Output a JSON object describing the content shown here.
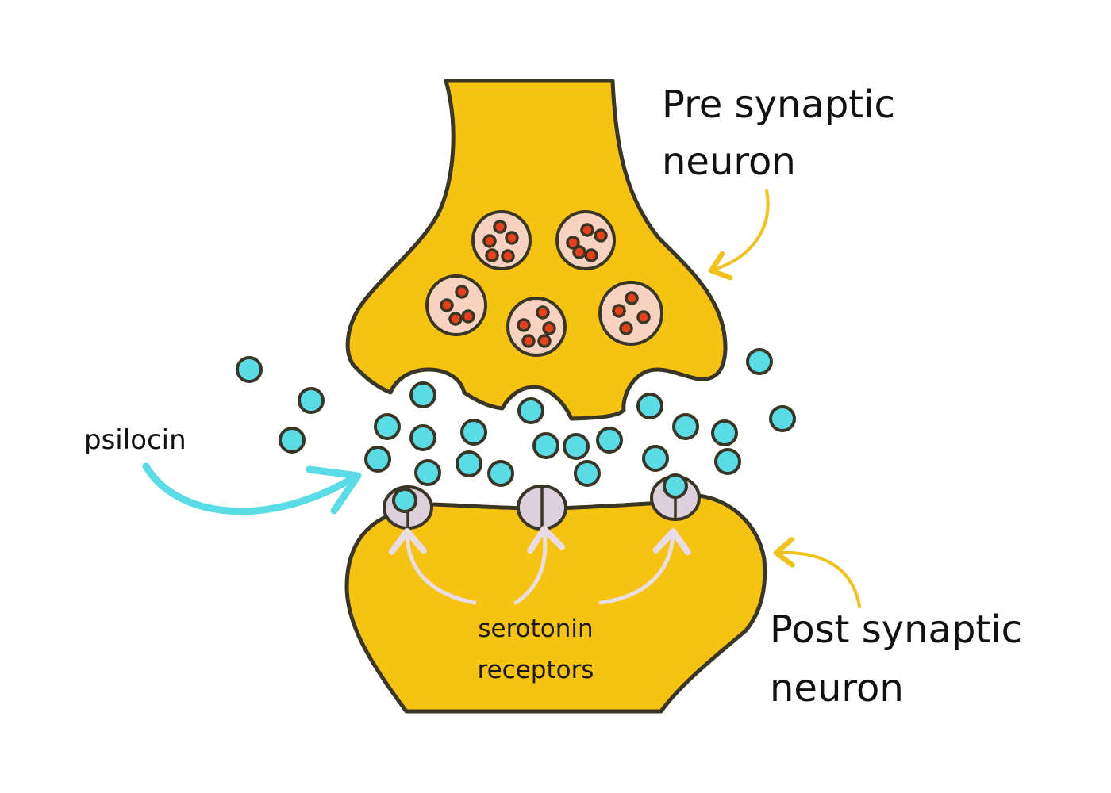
{
  "labels": {
    "pre_line1": "Pre synaptic",
    "pre_line2": "neuron",
    "post_line1": "Post synaptic",
    "post_line2": "neuron",
    "psilocin": "psilocin",
    "receptors_line1": "serotonin",
    "receptors_line2": "receptors"
  },
  "colors": {
    "neuron_fill": "#F7C311",
    "outline": "#3a3626",
    "psilocin": "#5ADCE6",
    "vesicle_fill": "#F7D2C0",
    "vesicle_dot": "#E8401C",
    "receptor": "#DCD0DC",
    "arrow_yellow": "#F2C21A",
    "arrow_cyan": "#5ADCE6",
    "arrow_pink": "#E8DCE6"
  }
}
